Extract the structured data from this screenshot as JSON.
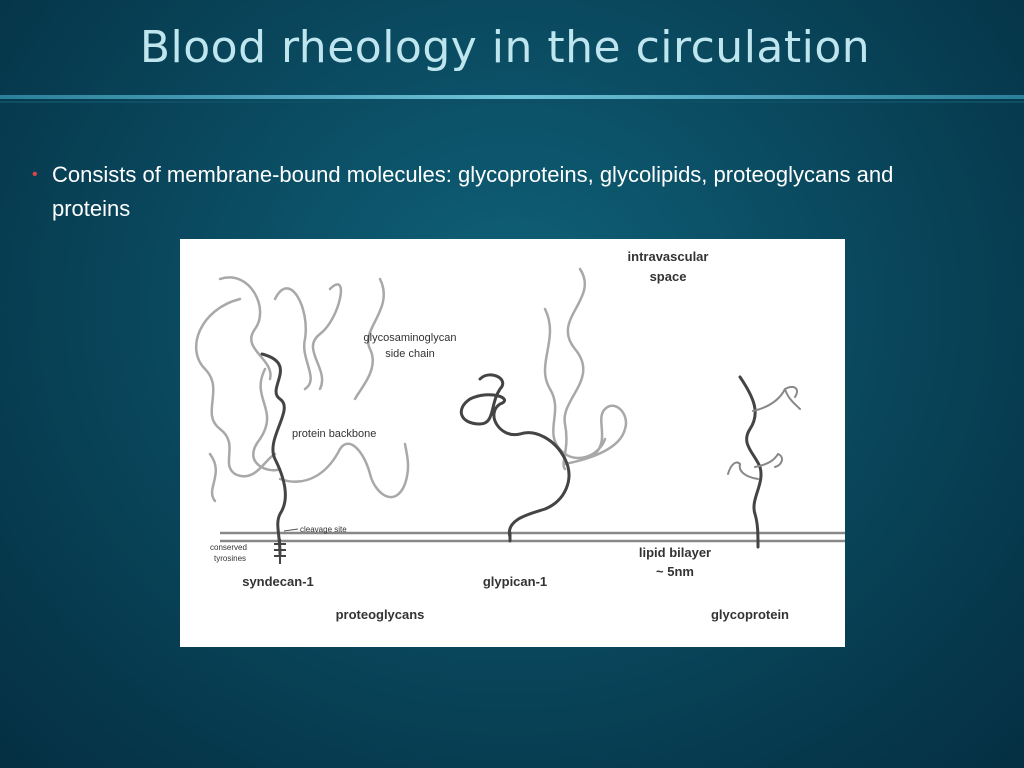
{
  "slide": {
    "title": "Blood rheology in the circulation",
    "bullet": "Consists of membrane-bound molecules: glycoproteins, glycolipids, proteoglycans and proteins"
  },
  "figure": {
    "labels": {
      "intravascular_line1": "intravascular",
      "intravascular_line2": "space",
      "gag_line1": "glycosaminoglycan",
      "gag_line2": "side chain",
      "protein_backbone": "protein backbone",
      "cleavage_site": "cleavage site",
      "conserved_line1": "conserved",
      "conserved_line2": "tyrosines",
      "lipid_line1": "lipid bilayer",
      "lipid_line2": "~ 5nm",
      "syndecan": "syndecan-1",
      "glypican": "glypican-1",
      "proteoglycans": "proteoglycans",
      "glycoprotein": "glycoprotein"
    }
  }
}
